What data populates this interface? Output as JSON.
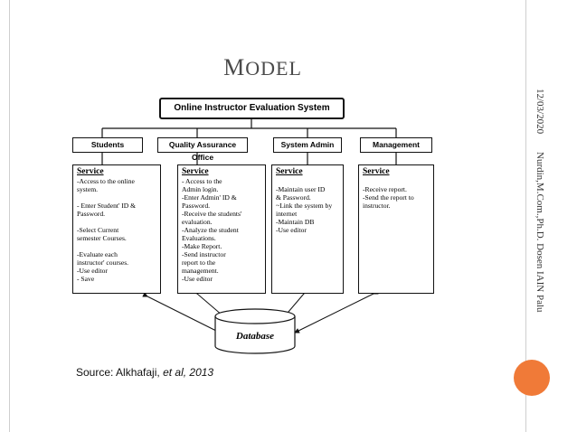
{
  "slide": {
    "title": "Model",
    "date": "12/03/2020",
    "author": "Nurdin,M.Com.,Ph.D. Dosen IAIN Palu",
    "source_prefix": "Source: Alkhafaji, ",
    "source_italic": "et al, 2013"
  },
  "diagram": {
    "system_title": "Online Instructor Evaluation System",
    "actors": [
      {
        "header": "Students",
        "service": "Service",
        "items": "-Access to the online\nsystem.\n\n- Enter Student' ID &\nPassword.\n\n-Select Current\nsemester Courses.\n\n-Evaluate each\ninstructor' courses.\n-Use editor\n- Save"
      },
      {
        "header": "Quality Assurance Office",
        "service": "Service",
        "items": "- Access to the\nAdmin login.\n-Enter Admin' ID &\nPassword.\n-Receive the students'\nevaluation.\n-Analyze the student\nEvaluations.\n-Make Report.\n-Send instructor\nreport to the\nmanagement.\n-Use editor"
      },
      {
        "header": "System Admin",
        "service": "Service",
        "items": "\n-Maintain user ID\n& Password.\n~Link the system by\ninternet\n-Maintain DB\n-Use editor"
      },
      {
        "header": "Management",
        "service": "Service",
        "items": "\n-Receive report.\n-Send the report to\ninstructor."
      }
    ],
    "database_label": "Database"
  }
}
